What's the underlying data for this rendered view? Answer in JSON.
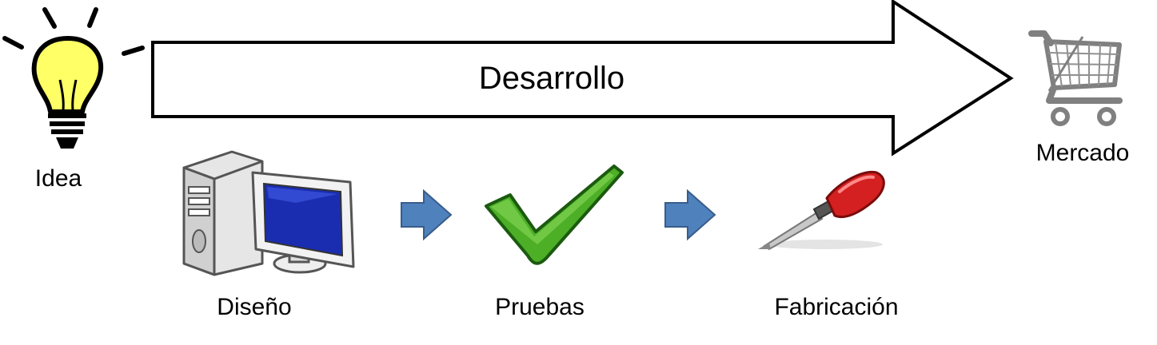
{
  "diagram": {
    "main_arrow_label": "Desarrollo",
    "start_label": "Idea",
    "end_label": "Mercado",
    "steps": [
      {
        "label": "Diseño",
        "icon": "computer-icon"
      },
      {
        "label": "Pruebas",
        "icon": "checkmark-icon"
      },
      {
        "label": "Fabricación",
        "icon": "screwdriver-icon"
      }
    ],
    "start_icon": "lightbulb-icon",
    "end_icon": "shopping-cart-icon",
    "connector_icon": "blue-arrow-icon",
    "colors": {
      "connector_arrow": "#4f81bd",
      "lightbulb": "#ffff66",
      "checkmark": "#4caf26",
      "screwdriver_handle": "#d42020",
      "monitor_screen": "#1a2db0",
      "cart": "#808080"
    }
  }
}
